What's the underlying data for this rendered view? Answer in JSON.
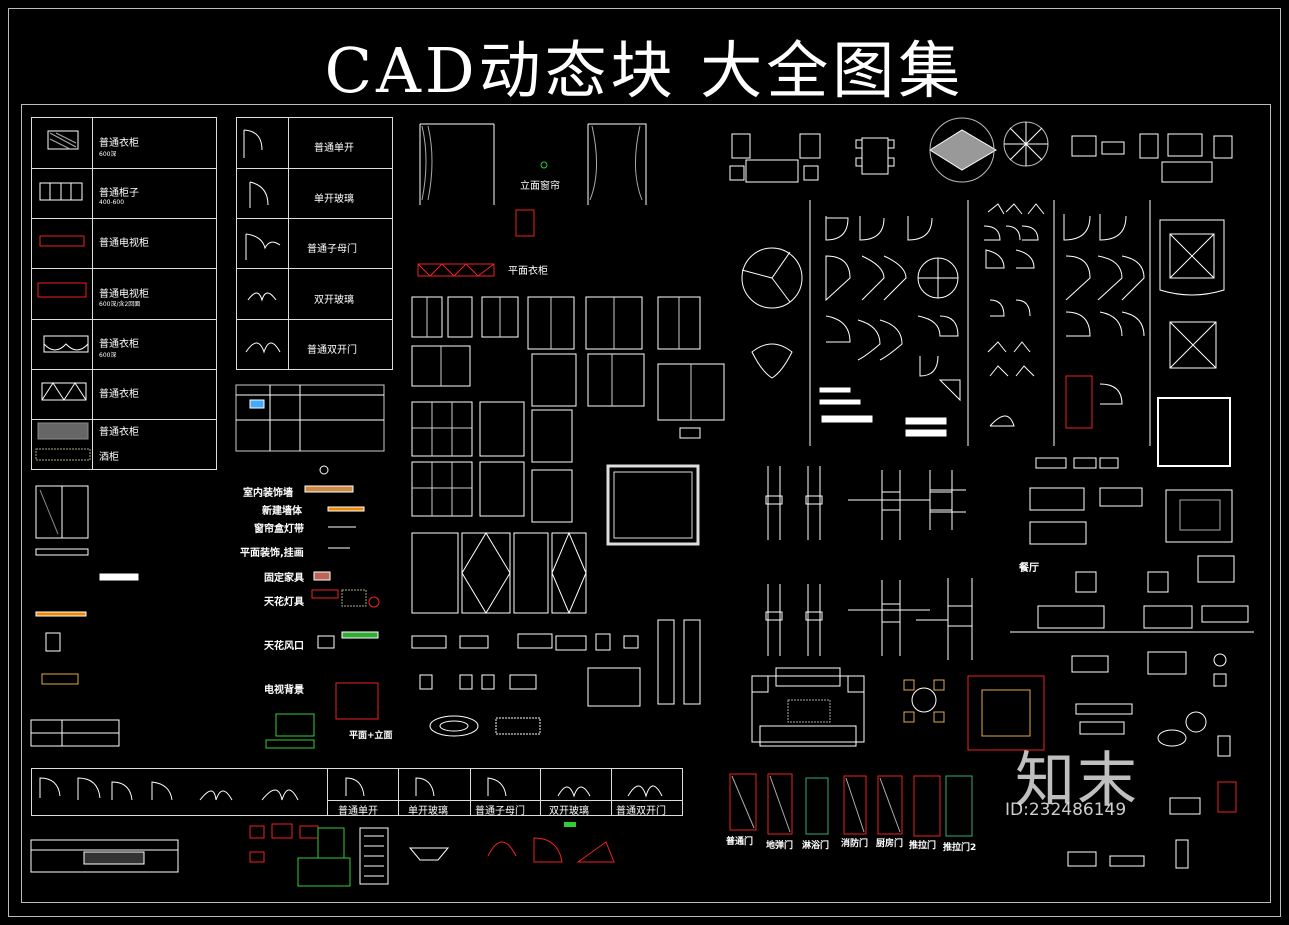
{
  "title": "CAD动态块 大全图集",
  "wardrobe_table": {
    "rows": [
      {
        "label": "普通衣柜",
        "sub": "600深"
      },
      {
        "label": "普通柜子",
        "sub": "400-600"
      },
      {
        "label": "普通电视柜",
        "sub": ""
      },
      {
        "label": "普通电视柜",
        "sub": "600深/含2回面"
      },
      {
        "label": "普通衣柜",
        "sub": "600深"
      },
      {
        "label": "普通衣柜",
        "sub": ""
      },
      {
        "label": "普通衣柜",
        "sub": "酒柜"
      }
    ]
  },
  "door_table": {
    "rows": [
      "普通单开",
      "单开玻璃",
      "普通子母门",
      "双开玻璃",
      "普通双开门"
    ]
  },
  "bottom_door_table": {
    "labels": [
      "普通单开",
      "单开玻璃",
      "普通子母门",
      "双开玻璃",
      "普通双开门"
    ]
  },
  "left_list": [
    "室内装饰墙",
    "新建墙体",
    "窗帘盒灯带",
    "平面装饰,挂画",
    "固定家具",
    "天花灯具",
    "天花风口",
    "电视背景"
  ],
  "curtain_label": "立面窗帘",
  "wardrobe_plan_label": "平面衣柜",
  "bedroom_label": "平面+立面",
  "door_names": [
    "普通门",
    "地弹门",
    "淋浴门",
    "消防门",
    "厨房门",
    "推拉门",
    "推拉门2"
  ],
  "dining_label": "餐厅",
  "watermark": {
    "brand": "知末",
    "id": "ID:232486149"
  }
}
